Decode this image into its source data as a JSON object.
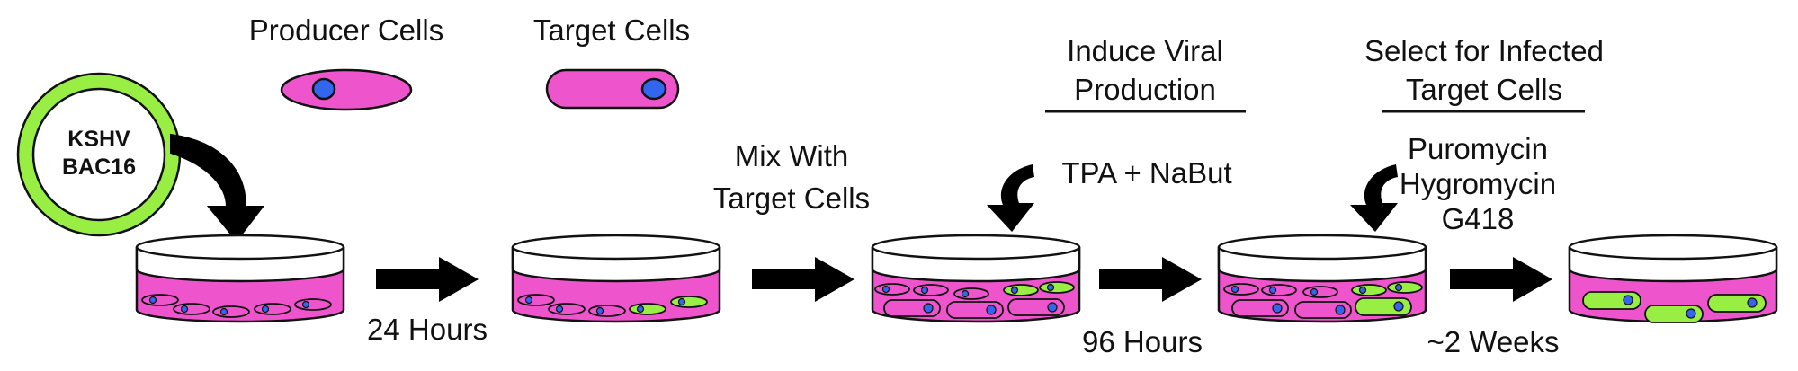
{
  "legend": {
    "producer_label": "Producer Cells",
    "target_label": "Target Cells"
  },
  "plasmid": {
    "line1": "KSHV",
    "line2": "BAC16"
  },
  "steps": {
    "hours24": "24 Hours",
    "mix": {
      "line1": "Mix With",
      "line2": "Target Cells"
    },
    "induce": {
      "line1": "Induce Viral",
      "line2": "Production"
    },
    "tpa": "TPA + NaBut",
    "hours96": "96 Hours",
    "select": {
      "line1": "Select for Infected",
      "line2": "Target Cells"
    },
    "drugs": {
      "line1": "Puromycin",
      "line2": "Hygromycin",
      "line3": "G418"
    },
    "weeks2": "~2 Weeks"
  },
  "colors": {
    "medium": "#ee55cc",
    "cell_pink": "#ee55cc",
    "infected_green": "#99ee44",
    "nucleus_blue": "#3366ee",
    "plasmid_ring": "#99ee44",
    "arrow": "#000000"
  }
}
